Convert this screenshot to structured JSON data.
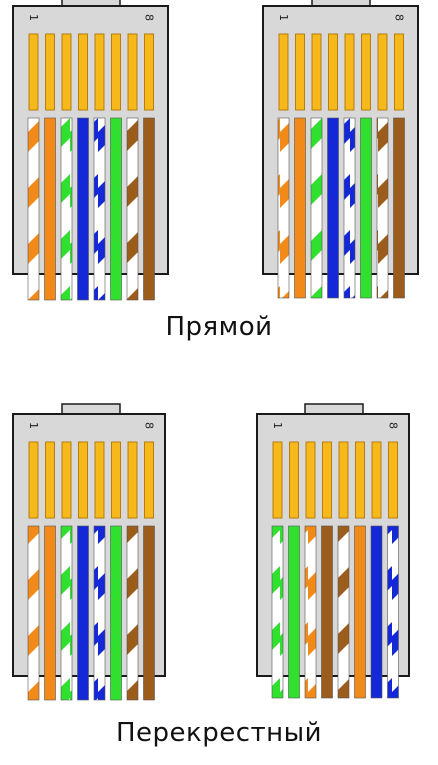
{
  "colors": {
    "orange": "#f28a1a",
    "green": "#2fe02f",
    "blue": "#1528d8",
    "brown": "#9c5c1c",
    "white": "#ffffff",
    "pin": "#f7b81b",
    "pin_stroke": "#b67d10",
    "body": "#d8d8d8",
    "outline": "#1a1a1a"
  },
  "pin_labels": {
    "first": "1",
    "last": "8"
  },
  "sections": {
    "straight": {
      "caption": "Прямой"
    },
    "crossover": {
      "caption": "Перекрестный"
    }
  },
  "connectors": [
    {
      "section": "straight",
      "side": "left",
      "wires": [
        {
          "color": "orange",
          "striped": true
        },
        {
          "color": "orange",
          "striped": false
        },
        {
          "color": "green",
          "striped": true
        },
        {
          "color": "blue",
          "striped": false
        },
        {
          "color": "blue",
          "striped": true
        },
        {
          "color": "green",
          "striped": false
        },
        {
          "color": "brown",
          "striped": true
        },
        {
          "color": "brown",
          "striped": false
        }
      ]
    },
    {
      "section": "straight",
      "side": "right",
      "wires": [
        {
          "color": "orange",
          "striped": true
        },
        {
          "color": "orange",
          "striped": false
        },
        {
          "color": "green",
          "striped": true
        },
        {
          "color": "blue",
          "striped": false
        },
        {
          "color": "blue",
          "striped": true
        },
        {
          "color": "green",
          "striped": false
        },
        {
          "color": "brown",
          "striped": true
        },
        {
          "color": "brown",
          "striped": false
        }
      ]
    },
    {
      "section": "crossover",
      "side": "left",
      "wires": [
        {
          "color": "orange",
          "striped": true
        },
        {
          "color": "orange",
          "striped": false
        },
        {
          "color": "green",
          "striped": true
        },
        {
          "color": "blue",
          "striped": false
        },
        {
          "color": "blue",
          "striped": true
        },
        {
          "color": "green",
          "striped": false
        },
        {
          "color": "brown",
          "striped": true
        },
        {
          "color": "brown",
          "striped": false
        }
      ]
    },
    {
      "section": "crossover",
      "side": "right",
      "wires": [
        {
          "color": "green",
          "striped": true
        },
        {
          "color": "green",
          "striped": false
        },
        {
          "color": "orange",
          "striped": true
        },
        {
          "color": "brown",
          "striped": false
        },
        {
          "color": "brown",
          "striped": true
        },
        {
          "color": "orange",
          "striped": false
        },
        {
          "color": "blue",
          "striped": false
        },
        {
          "color": "blue",
          "striped": true
        }
      ]
    }
  ]
}
